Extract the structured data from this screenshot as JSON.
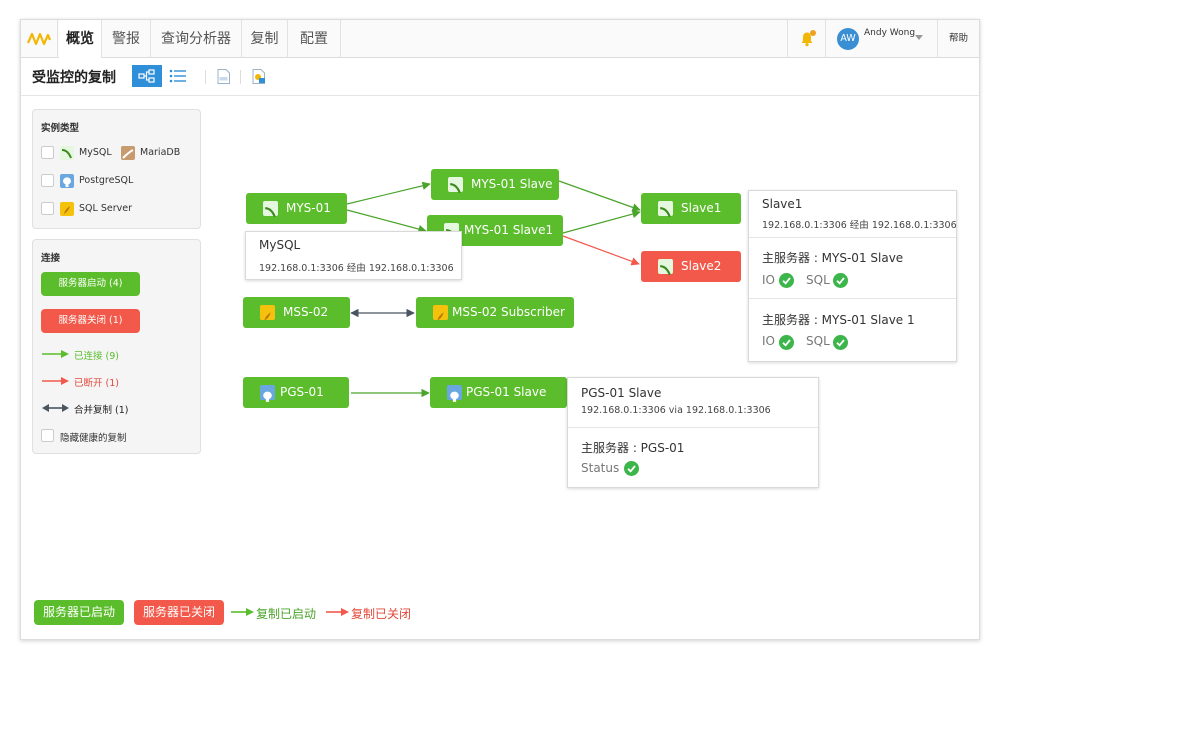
{
  "nav": {
    "tabs": [
      "概览",
      "警报",
      "查询分析器",
      "复制",
      "配置"
    ],
    "active_tab": "概览",
    "user": {
      "initials": "AW",
      "name": "Andy Wong"
    },
    "help": "帮助"
  },
  "header": {
    "title": "受监控的复制"
  },
  "instance_types": {
    "title": "实例类型",
    "items": {
      "mysql": "MySQL",
      "mariadb": "MariaDB",
      "postgresql": "PostgreSQL",
      "sqlserver": "SQL Server"
    }
  },
  "connections": {
    "title": "连接",
    "server_up": "服务器启动 (4)",
    "server_down": "服务器关闭 (1)",
    "connected": "已连接 (9)",
    "disconnected": "已断开 (1)",
    "merge": "合并复制 (1)",
    "hide_healthy": "隐藏健康的复制"
  },
  "nodes": {
    "mys01": "MYS-01",
    "mys01_slave": "MYS-01 Slave",
    "mys01_slave1": "MYS-01 Slave1",
    "slave1": "Slave1",
    "slave2": "Slave2",
    "mss02": "MSS-02",
    "mss02_sub": "MSS-02 Subscriber",
    "pgs01": "PGS-01",
    "pgs01_slave": "PGS-01 Slave"
  },
  "tooltips": {
    "mysql": {
      "title": "MySQL",
      "address": "192.168.0.1:3306 经由 192.168.0.1:3306"
    },
    "slave1": {
      "title": "Slave1",
      "address": "192.168.0.1:3306 经由 192.168.0.1:3306",
      "master1": "主服务器 : MYS-01 Slave",
      "master2": "主服务器 : MYS-01 Slave 1",
      "io": "IO",
      "sql": "SQL"
    },
    "pgs": {
      "title": "PGS-01 Slave",
      "address": "192.168.0.1:3306 via 192.168.0.1:3306",
      "master": "主服务器 : PGS-01",
      "status": "Status"
    }
  },
  "legend": {
    "server_started": "服务器已启动",
    "server_stopped": "服务器已关闭",
    "repl_started": "复制已启动",
    "repl_stopped": "复制已关闭"
  },
  "colors": {
    "green": "#5bbd2b",
    "red": "#f2594b",
    "blue": "#2f8fd8",
    "merge": "#4a5560"
  }
}
